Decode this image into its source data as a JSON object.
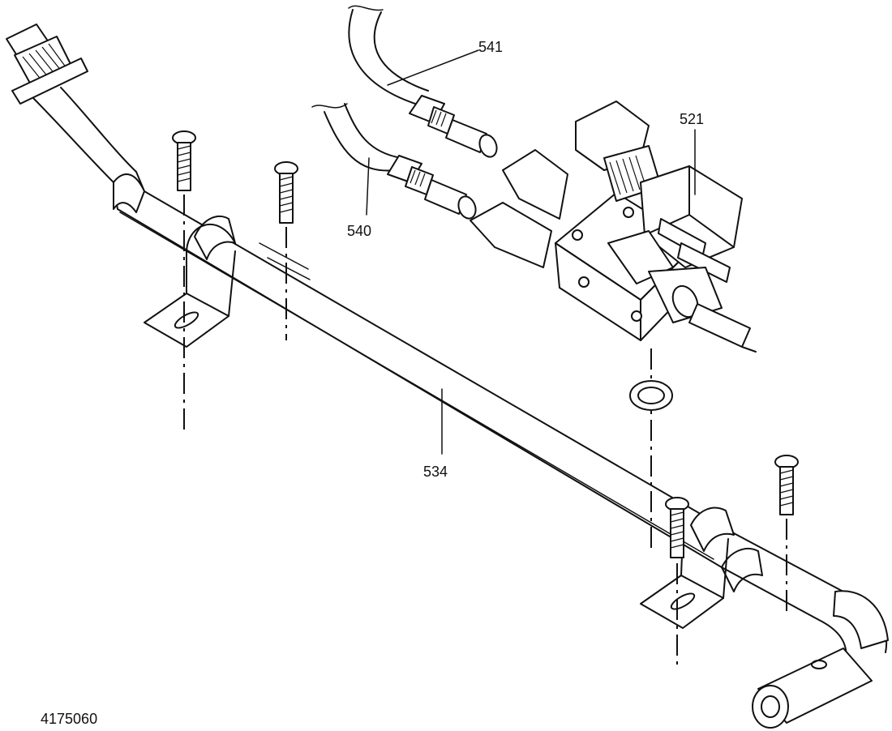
{
  "figure": {
    "id_label": "4175060",
    "callouts": {
      "gas_valve": "521",
      "manifold_pipe": "534",
      "pilot_tube": "540",
      "thermocouple": "541"
    }
  },
  "colors": {
    "line": "#111111",
    "background": "#ffffff"
  }
}
